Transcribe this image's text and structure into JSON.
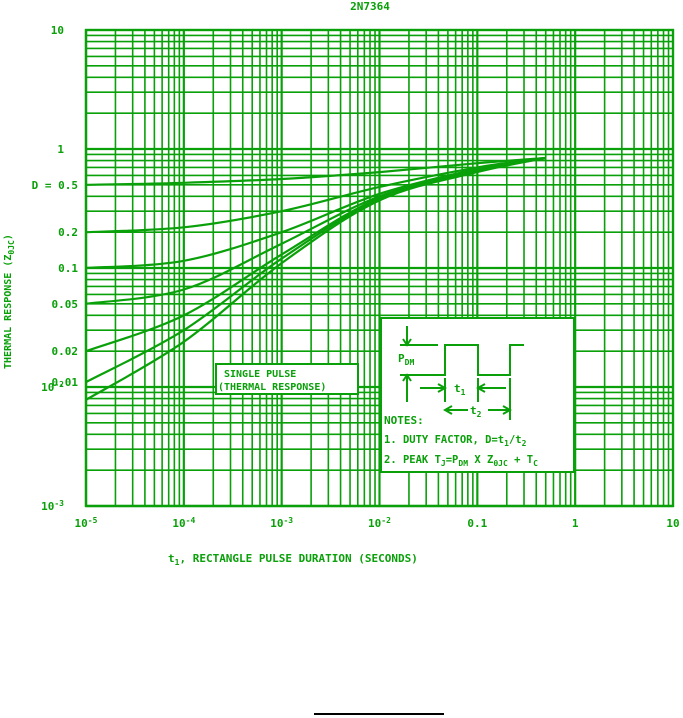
{
  "colors": {
    "line": "#0aa00a",
    "background": "#ffffff",
    "footer": "#000000"
  },
  "chart_data": {
    "type": "line",
    "title": "2N7364",
    "xlabel_prefix": "t",
    "xlabel_sub": "1",
    "xlabel_rest": ", RECTANGLE PULSE DURATION (SECONDS)",
    "ylabel_prefix": "THERMAL RESPONSE (Z",
    "ylabel_sub": "θJC",
    "ylabel_suffix": ")",
    "x_scale": "log",
    "y_scale": "log",
    "xlim": [
      1e-05,
      10
    ],
    "ylim": [
      0.001,
      10
    ],
    "grid": true,
    "x_ticks": [
      {
        "value": 1e-05,
        "base": "10",
        "exp": "-5"
      },
      {
        "value": 0.0001,
        "base": "10",
        "exp": "-4"
      },
      {
        "value": 0.001,
        "base": "10",
        "exp": "-3"
      },
      {
        "value": 0.01,
        "base": "10",
        "exp": "-2"
      },
      {
        "value": 0.1,
        "label": "0.1"
      },
      {
        "value": 1,
        "label": "1"
      },
      {
        "value": 10,
        "label": "10"
      }
    ],
    "y_ticks": [
      {
        "value": 10,
        "label": "10"
      },
      {
        "value": 1,
        "label": "1"
      },
      {
        "value": 0.01,
        "base": "10",
        "exp": "-2"
      },
      {
        "value": 0.001,
        "base": "10",
        "exp": "-3"
      }
    ],
    "series": [
      {
        "name": "D = 0.5",
        "points": [
          [
            1e-05,
            0.5
          ],
          [
            0.0001,
            0.52
          ],
          [
            0.001,
            0.56
          ],
          [
            0.01,
            0.64
          ],
          [
            0.1,
            0.76
          ],
          [
            0.5,
            0.84
          ]
        ]
      },
      {
        "name": "0.2",
        "points": [
          [
            1e-05,
            0.2
          ],
          [
            0.0001,
            0.22
          ],
          [
            0.001,
            0.3
          ],
          [
            0.01,
            0.48
          ],
          [
            0.1,
            0.7
          ],
          [
            0.5,
            0.84
          ]
        ]
      },
      {
        "name": "0.1",
        "points": [
          [
            1e-05,
            0.1
          ],
          [
            0.0001,
            0.115
          ],
          [
            0.001,
            0.2
          ],
          [
            0.01,
            0.42
          ],
          [
            0.1,
            0.68
          ],
          [
            0.5,
            0.84
          ]
        ]
      },
      {
        "name": "0.05",
        "points": [
          [
            1e-05,
            0.05
          ],
          [
            0.0001,
            0.066
          ],
          [
            0.001,
            0.16
          ],
          [
            0.01,
            0.4
          ],
          [
            0.1,
            0.66
          ],
          [
            0.5,
            0.84
          ]
        ]
      },
      {
        "name": "0.02",
        "points": [
          [
            1e-05,
            0.02
          ],
          [
            0.0001,
            0.04
          ],
          [
            0.001,
            0.13
          ],
          [
            0.01,
            0.39
          ],
          [
            0.1,
            0.66
          ],
          [
            0.5,
            0.84
          ]
        ]
      },
      {
        "name": "0.01",
        "points": [
          [
            1e-05,
            0.011
          ],
          [
            0.0001,
            0.03
          ],
          [
            0.001,
            0.12
          ],
          [
            0.01,
            0.38
          ],
          [
            0.1,
            0.65
          ],
          [
            0.5,
            0.84
          ]
        ]
      },
      {
        "name": "SINGLE PULSE",
        "points": [
          [
            1e-05,
            0.0078
          ],
          [
            0.0001,
            0.024
          ],
          [
            0.001,
            0.11
          ],
          [
            0.01,
            0.37
          ],
          [
            0.1,
            0.64
          ],
          [
            0.5,
            0.84
          ]
        ]
      }
    ],
    "annotations": {
      "single_pulse_line1": "SINGLE PULSE",
      "single_pulse_line2": "(THERMAL RESPONSE)",
      "pdm_prefix": "P",
      "pdm_sub": "DM",
      "t1_prefix": "t",
      "t1_sub": "1",
      "t2_prefix": "t",
      "t2_sub": "2",
      "notes_title": "NOTES:",
      "note1_prefix": "1. DUTY FACTOR, D=t",
      "note1_sub1": "1",
      "note1_mid": "/t",
      "note1_sub2": "2",
      "note2_prefix": "2. PEAK T",
      "note2_sub1": "J",
      "note2_mid1": "=P",
      "note2_sub2": "DM",
      "note2_mid2": " X Z",
      "note2_sub3": "θJC",
      "note2_mid3": " + T",
      "note2_sub4": "C"
    }
  }
}
